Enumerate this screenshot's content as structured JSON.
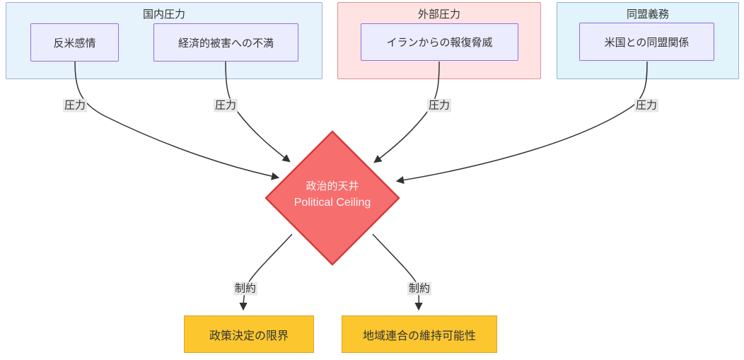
{
  "diagram": {
    "type": "flowchart",
    "groups": [
      {
        "title": "国内圧力",
        "nodes": [
          {
            "label": "反米感情"
          },
          {
            "label": "経済的被害への不満"
          }
        ]
      },
      {
        "title": "外部圧力",
        "nodes": [
          {
            "label": "イランからの報復脅威"
          }
        ]
      },
      {
        "title": "同盟義務",
        "nodes": [
          {
            "label": "米国との同盟関係"
          }
        ]
      }
    ],
    "center_node": {
      "shape": "diamond",
      "label_ja": "政治的天井",
      "label_en": "Political Ceiling"
    },
    "output_nodes": [
      {
        "label": "政策決定の限界"
      },
      {
        "label": "地域連合の維持可能性"
      }
    ],
    "edges": [
      {
        "from": "反米感情",
        "to": "政治的天井",
        "label": "圧力"
      },
      {
        "from": "経済的被害への不満",
        "to": "政治的天井",
        "label": "圧力"
      },
      {
        "from": "イランからの報復脅威",
        "to": "政治的天井",
        "label": "圧力"
      },
      {
        "from": "米国との同盟関係",
        "to": "政治的天井",
        "label": "圧力"
      },
      {
        "from": "政治的天井",
        "to": "政策決定の限界",
        "label": "制約"
      },
      {
        "from": "政治的天井",
        "to": "地域連合の維持可能性",
        "label": "制約"
      }
    ],
    "colors": {
      "group_blue_fill": "#e6f2fc",
      "group_blue_border": "#a3aed6",
      "group_red_fill": "#ffe3e3",
      "group_red_border": "#e09090",
      "group_cyan_fill": "#e1f3fb",
      "group_cyan_border": "#8fb4cf",
      "node_fill": "#ececff",
      "node_border": "#9370db",
      "diamond_fill": "#f76e6e",
      "diamond_border": "#d33c3c",
      "diamond_text": "#fff5f5",
      "output_fill": "#fcc62e",
      "output_border": "#e0a326",
      "edge_stroke": "#333333",
      "edge_label_bg": "#e8e8e8"
    }
  }
}
